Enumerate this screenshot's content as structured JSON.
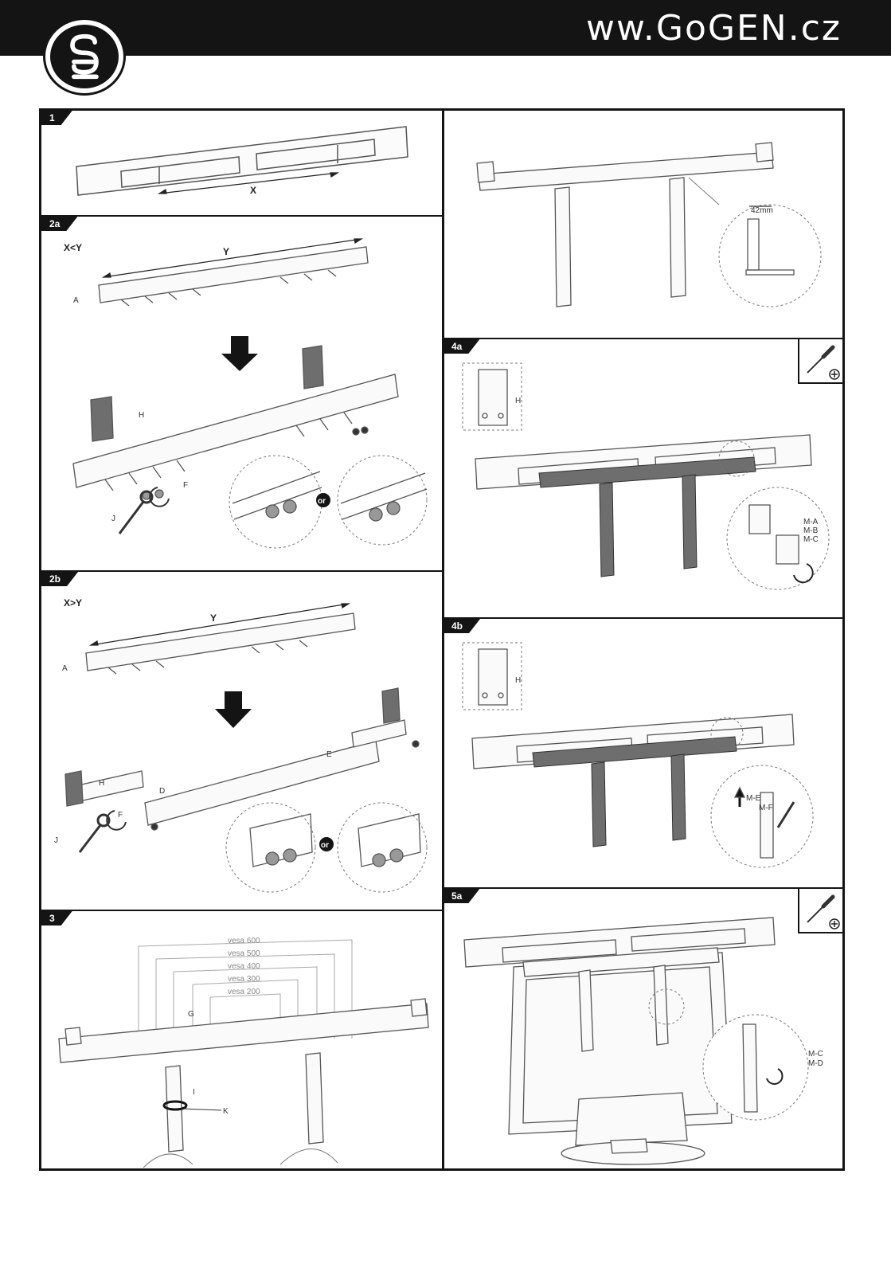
{
  "header": {
    "brand": "ww.GoGEN.cz",
    "logo_icon": "gogen-logo-icon"
  },
  "steps": {
    "s1": {
      "tab": "1",
      "labels": {
        "x": "X"
      }
    },
    "s2a": {
      "tab": "2a",
      "labels": {
        "cond": "X<Y",
        "y": "Y",
        "a": "A",
        "h": "H",
        "f": "F",
        "j": "J",
        "or": "or"
      }
    },
    "s2b": {
      "tab": "2b",
      "labels": {
        "cond": "X>Y",
        "y": "Y",
        "a": "A",
        "h": "H",
        "d": "D",
        "e": "E",
        "f": "F",
        "j": "J",
        "or": "or"
      }
    },
    "s3": {
      "tab": "3",
      "labels": {
        "v600": "vesa 600",
        "v500": "vesa 500",
        "v400": "vesa 400",
        "v300": "vesa 300",
        "v200": "vesa 200",
        "g": "G",
        "i": "I",
        "k": "K"
      }
    },
    "s_top_right": {
      "labels": {
        "mm": "42mm"
      }
    },
    "s4a": {
      "tab": "4a",
      "labels": {
        "h": "H",
        "ma": "M-A",
        "mb": "M-B",
        "mc": "M-C"
      },
      "tool_icon": "screwdriver-phillips-icon"
    },
    "s4b": {
      "tab": "4b",
      "labels": {
        "h": "H",
        "me": "M-E",
        "mf": "M-F"
      }
    },
    "s5a": {
      "tab": "5a",
      "labels": {
        "mc": "M-C",
        "md": "M-D"
      },
      "tool_icon": "screwdriver-phillips-icon"
    }
  },
  "colors": {
    "dark": "#141414",
    "line": "#555555",
    "bracket_fill": "#6e6e6e"
  }
}
